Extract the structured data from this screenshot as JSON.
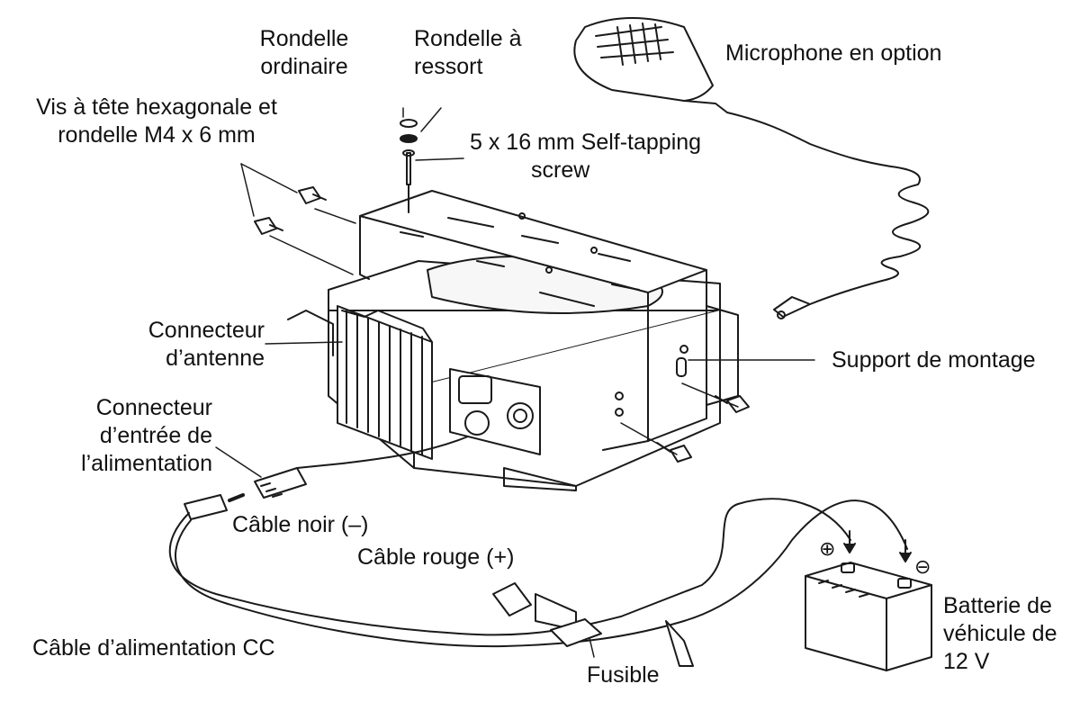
{
  "labels": {
    "flat_washer": [
      "Rondelle",
      "ordinaire"
    ],
    "spring_washer": [
      "Rondelle à",
      "ressort"
    ],
    "hex_screw": [
      "Vis à tête hexagonale et",
      "rondelle M4 x 6 mm"
    ],
    "self_tapping": [
      "5 x 16 mm Self-tapping",
      "screw"
    ],
    "microphone": "Microphone en option",
    "antenna_connector": [
      "Connecteur",
      "d’antenne"
    ],
    "mounting_bracket": "Support de montage",
    "power_connector": [
      "Connecteur",
      "d’entrée de",
      "l’alimentation"
    ],
    "black_cable": "Câble noir (–)",
    "red_cable": "Câble rouge (+)",
    "dc_cable": "Câble d’alimentation CC",
    "fuse": "Fusible",
    "battery": [
      "Batterie de",
      "véhicule de",
      "12 V"
    ],
    "plus_symbol": "⊕",
    "minus_symbol": "⊖"
  },
  "colors": {
    "ink": "#111111",
    "line": "#1a1a1a",
    "paper": "#ffffff"
  }
}
